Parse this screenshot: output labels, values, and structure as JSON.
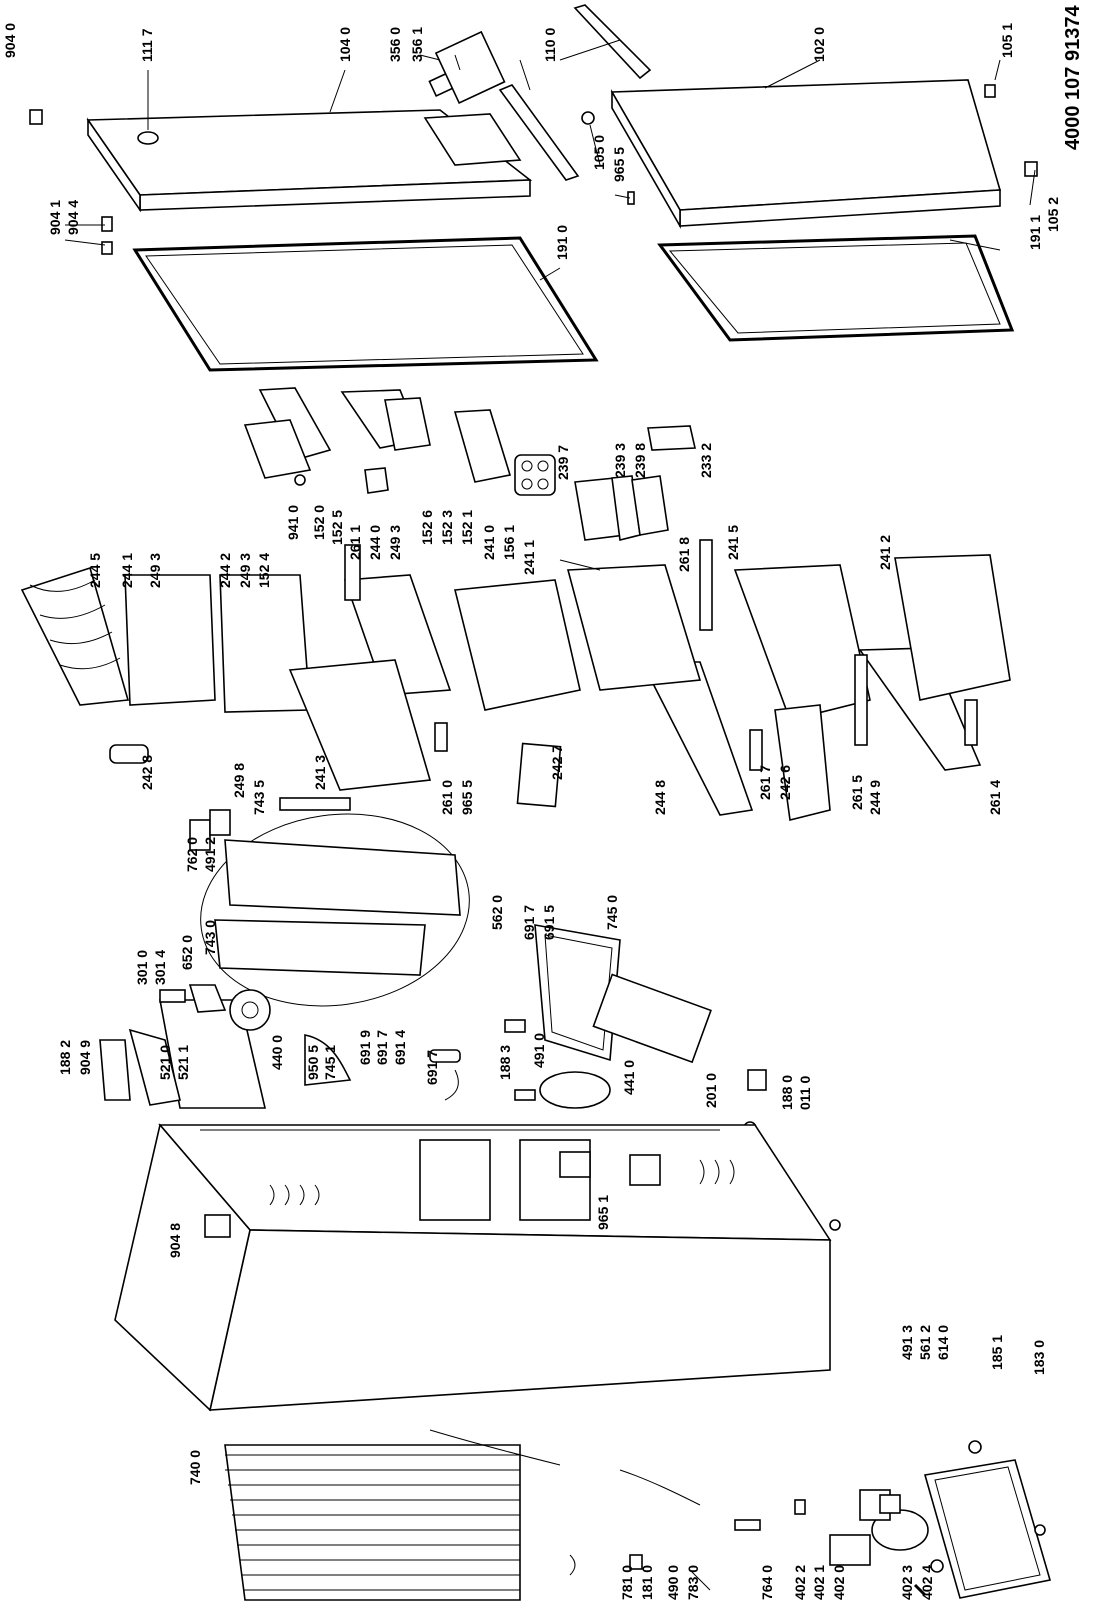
{
  "document_number": "4000 107 91374",
  "part_labels": [
    "904 0",
    "111 7",
    "104 0",
    "356 0",
    "356 1",
    "110 0",
    "102 0",
    "105 1",
    "105 0",
    "965 5",
    "904 1",
    "904 4",
    "191 0",
    "191 1",
    "105 2",
    "244 5",
    "244 1",
    "249 3",
    "244 2",
    "249 3",
    "152 4",
    "941 0",
    "152 0",
    "152 5",
    "261 1",
    "244 0",
    "249 3",
    "152 6",
    "152 3",
    "152 1",
    "241 0",
    "156 1",
    "241 1",
    "239 7",
    "239 3",
    "239 8",
    "233 2",
    "261 8",
    "241 5",
    "241 2",
    "242 8",
    "249 8",
    "241 3",
    "743 5",
    "261 0",
    "965 5",
    "242 7",
    "244 8",
    "261 7",
    "242 6",
    "261 5",
    "244 9",
    "261 4",
    "762 0",
    "491 2",
    "743 0",
    "652 0",
    "301 0",
    "301 4",
    "562 0",
    "691 7",
    "691 5",
    "745 0",
    "188 2",
    "904 9",
    "521 0",
    "521 1",
    "440 0",
    "950 5",
    "745 1",
    "691 9",
    "691 7",
    "691 4",
    "691 7",
    "188 3",
    "491 0",
    "441 0",
    "201 0",
    "188 0",
    "011 0",
    "904 8",
    "965 1",
    "740 0",
    "781 0",
    "181 0",
    "490 0",
    "783 0",
    "764 0",
    "402 2",
    "402 1",
    "402 0",
    "402 3",
    "402 4",
    "491 3",
    "561 2",
    "614 0",
    "185 1",
    "183 0"
  ]
}
